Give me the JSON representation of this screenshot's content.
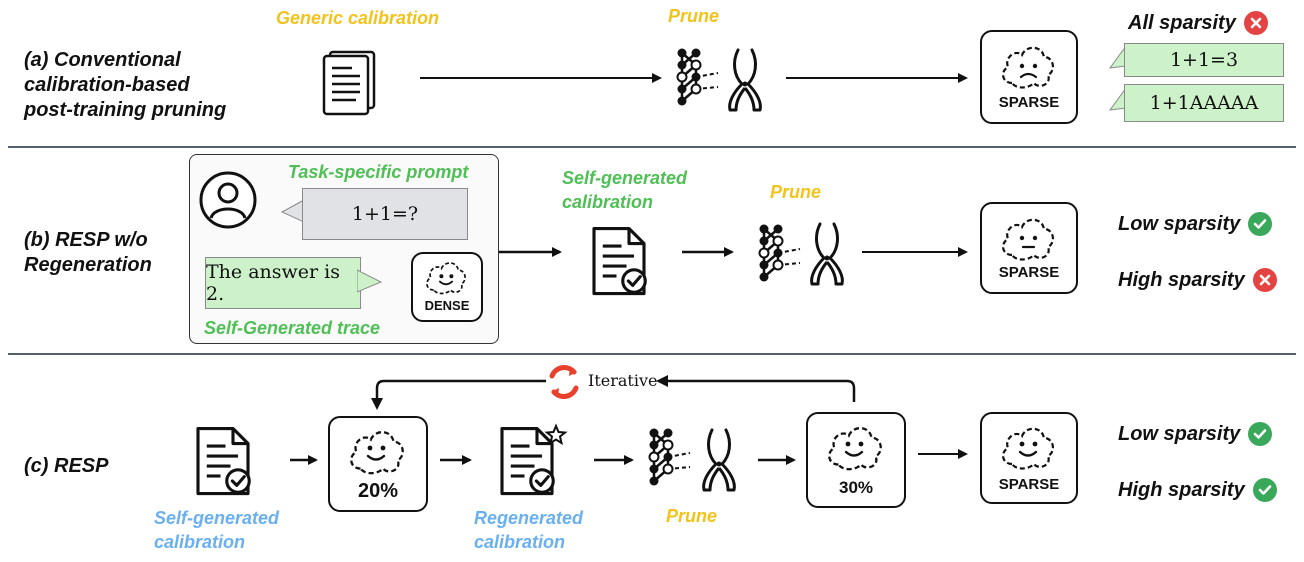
{
  "rows": {
    "a": {
      "title_line1": "(a) Conventional",
      "title_line2": "calibration-based",
      "title_line3": "post-training pruning",
      "calibration_label": "Generic calibration",
      "prune_label": "Prune",
      "model_label": "SPARSE",
      "result_label": "All sparsity",
      "output_1": "1+1=3",
      "output_2": "1+1AAAAA"
    },
    "b": {
      "title_line1": "(b) RESP w/o",
      "title_line2": "Regeneration",
      "prompt_label": "Task-specific prompt",
      "prompt_text": "1+1=?",
      "answer_text": "The answer is 2.",
      "dense_label": "DENSE",
      "trace_label": "Self-Generated trace",
      "calibration_line1": "Self-generated",
      "calibration_line2": "calibration",
      "prune_label": "Prune",
      "model_label": "SPARSE",
      "result_low": "Low sparsity",
      "result_high": "High sparsity"
    },
    "c": {
      "title": "(c) RESP",
      "iterative_label": "Iterative",
      "model_20": "20%",
      "model_30": "30%",
      "model_sparse": "SPARSE",
      "self_cal_line1": "Self-generated",
      "self_cal_line2": "calibration",
      "regen_line1": "Regenerated",
      "regen_line2": "calibration",
      "prune_label": "Prune",
      "result_low": "Low sparsity",
      "result_high": "High sparsity"
    }
  },
  "colors": {
    "yellow": "#f2c31b",
    "green": "#4fbf56",
    "blue": "#6ab0f0",
    "check": "#39a85a",
    "cross": "#e44343",
    "iterative_arrow": "#e8402a",
    "divider": "#55606e"
  },
  "icons": [
    "document-stack-icon",
    "network-graph-icon",
    "scissors-icon",
    "cloud-face-sad-icon",
    "cloud-face-neutral-icon",
    "cloud-face-happy-icon",
    "user-icon",
    "document-check-icon",
    "document-star-icon",
    "check-icon",
    "cross-icon",
    "refresh-icon"
  ]
}
